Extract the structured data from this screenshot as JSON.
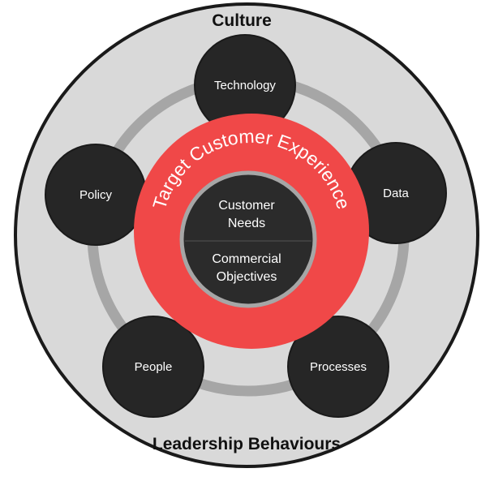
{
  "outer": {
    "top_label": "Culture",
    "bottom_label": "Leadership Behaviours"
  },
  "ring_label": "Target Customer Experience",
  "center": {
    "top_lines": [
      "Customer",
      "Needs"
    ],
    "bottom_lines": [
      "Commercial",
      "Objectives"
    ]
  },
  "nodes": [
    {
      "id": "technology",
      "label": "Technology"
    },
    {
      "id": "data",
      "label": "Data"
    },
    {
      "id": "processes",
      "label": "Processes"
    },
    {
      "id": "people",
      "label": "People"
    },
    {
      "id": "policy",
      "label": "Policy"
    }
  ],
  "colors": {
    "outer_fill": "#d9d9d9",
    "outer_stroke": "#1a1a1a",
    "track": "#a6a6a6",
    "node_fill": "#262626",
    "node_stroke": "#1a1a1a",
    "ring_fill": "#f04848",
    "center_fill": "#2b2b2b",
    "center_stroke": "#a6a6a6"
  }
}
